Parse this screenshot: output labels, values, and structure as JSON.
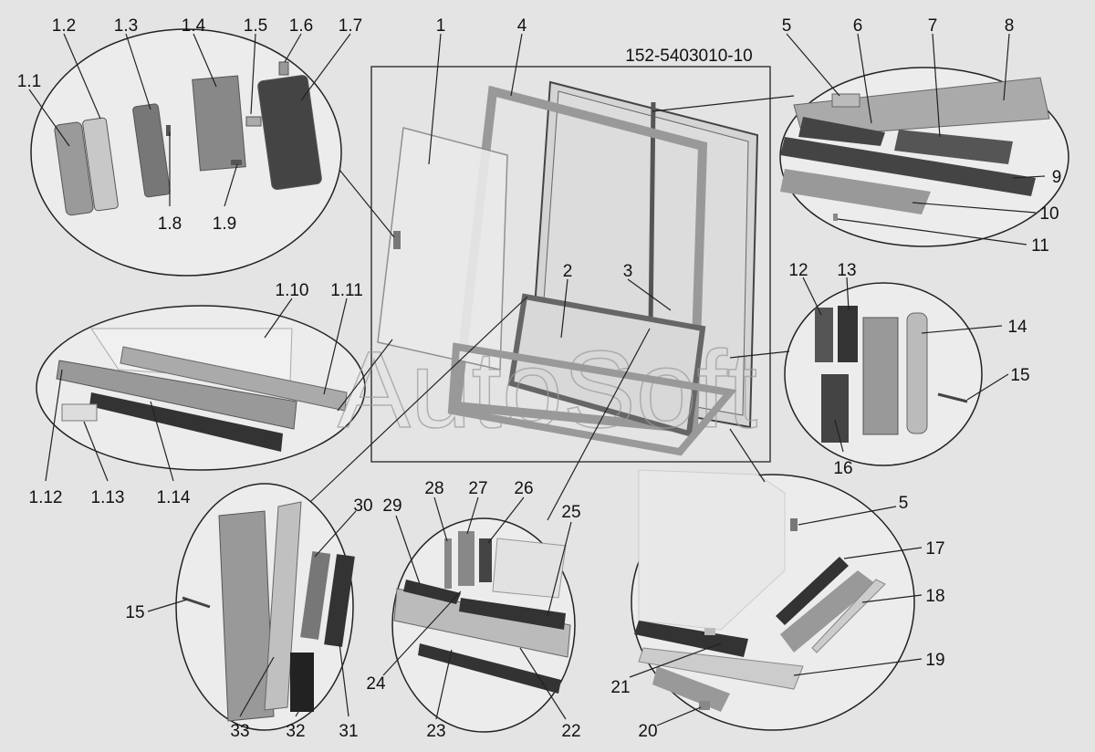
{
  "drawing": {
    "code": "152-5403010-10",
    "watermark": "AutoSoft",
    "labels": {
      "l1": "1",
      "l2": "2",
      "l3": "3",
      "l4": "4",
      "l5a": "5",
      "l5b": "5",
      "l6": "6",
      "l7": "7",
      "l8": "8",
      "l9": "9",
      "l10": "10",
      "l11": "11",
      "l12": "12",
      "l13": "13",
      "l14": "14",
      "l15a": "15",
      "l15b": "15",
      "l16": "16",
      "l17": "17",
      "l18": "18",
      "l19": "19",
      "l20": "20",
      "l21": "21",
      "l22": "22",
      "l23": "23",
      "l24": "24",
      "l25": "25",
      "l26": "26",
      "l27": "27",
      "l28": "28",
      "l29": "29",
      "l30": "30",
      "l31": "31",
      "l32": "32",
      "l33": "33",
      "l1_1": "1.1",
      "l1_2": "1.2",
      "l1_3": "1.3",
      "l1_4": "1.4",
      "l1_5": "1.5",
      "l1_6": "1.6",
      "l1_7": "1.7",
      "l1_8": "1.8",
      "l1_9": "1.9",
      "l1_10": "1.10",
      "l1_11": "1.11",
      "l1_12": "1.12",
      "l1_13": "1.13",
      "l1_14": "1.14"
    }
  }
}
